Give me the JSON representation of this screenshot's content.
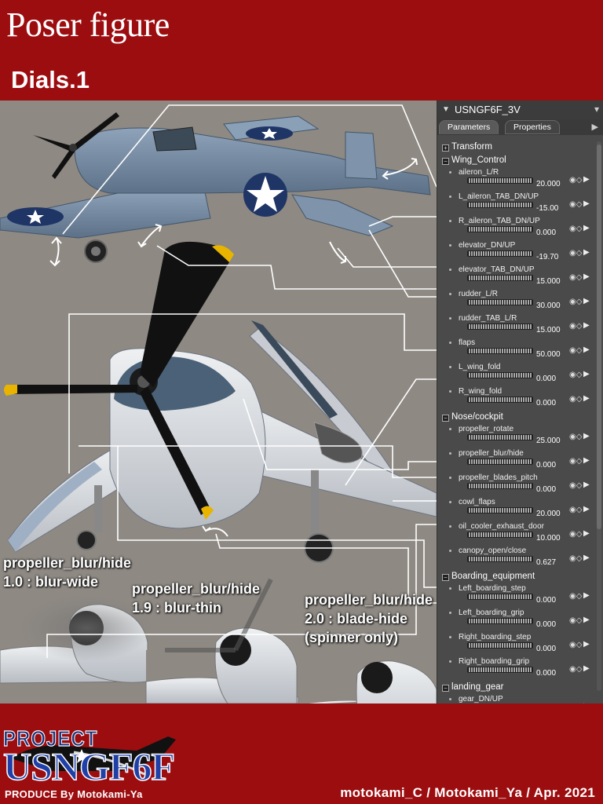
{
  "header": {
    "title": "Poser figure",
    "subtitle": "Dials.1"
  },
  "captions": [
    {
      "line1": "propeller_blur/hide",
      "line2": "1.0 : blur-wide"
    },
    {
      "line1": "propeller_blur/hide",
      "line2": "1.9 : blur-thin"
    },
    {
      "line1": "propeller_blur/hide",
      "line2": "2.0 : blade-hide",
      "line3": "(spinner only)"
    }
  ],
  "logo": {
    "line1": "PROJECT",
    "line2": "USNGF6F",
    "line3": "PRODUCE By Motokami-Ya"
  },
  "credits": "motokami_C / Motokami_Ya / Apr. 2021",
  "panel": {
    "title": "USNGF6F_3V",
    "tabs": [
      "Parameters",
      "Properties"
    ],
    "groups": [
      {
        "name": "Transform",
        "expanded": false
      },
      {
        "name": "Wing_Control",
        "expanded": true
      },
      {
        "name": "Nose/cockpit",
        "expanded": true
      },
      {
        "name": "Boarding_equipment",
        "expanded": true
      },
      {
        "name": "landing_gear",
        "expanded": true
      }
    ],
    "params": [
      {
        "label": "aileron_L/R",
        "value": "20.000"
      },
      {
        "label": "L_aileron_TAB_DN/UP",
        "value": "-15.00"
      },
      {
        "label": "R_aileron_TAB_DN/UP",
        "value": "0.000"
      },
      {
        "label": "elevator_DN/UP",
        "value": "-19.70"
      },
      {
        "label": "elevator_TAB_DN/UP",
        "value": "15.000"
      },
      {
        "label": "rudder_L/R",
        "value": "30.000"
      },
      {
        "label": "rudder_TAB_L/R",
        "value": "15.000"
      },
      {
        "label": "flaps",
        "value": "50.000"
      },
      {
        "label": "L_wing_fold",
        "value": "0.000"
      },
      {
        "label": "R_wing_fold",
        "value": "0.000"
      },
      {
        "label": "propeller_rotate",
        "value": "25.000"
      },
      {
        "label": "propeller_blur/hide",
        "value": "0.000"
      },
      {
        "label": "propeller_blades_pitch",
        "value": "0.000"
      },
      {
        "label": "cowl_flaps",
        "value": "20.000"
      },
      {
        "label": "oil_cooler_exhaust_door",
        "value": "10.000"
      },
      {
        "label": "canopy_open/close",
        "value": "0.627"
      },
      {
        "label": "Left_boarding_step",
        "value": "0.000"
      },
      {
        "label": "Left_boarding_grip",
        "value": "0.000"
      },
      {
        "label": "Right_boarding_step",
        "value": "0.000"
      },
      {
        "label": "Right_boarding_grip",
        "value": "0.000"
      },
      {
        "label": "gear_DN/UP",
        "value": ""
      }
    ]
  }
}
